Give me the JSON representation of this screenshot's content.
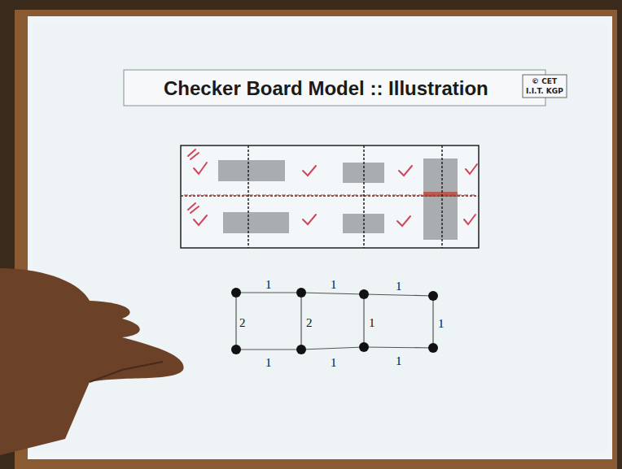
{
  "diagram": {
    "title": "Checker Board Model :: Illustration",
    "labels": [
      "© CET",
      "I.I.T. KGP",
      "1",
      "1",
      "1",
      "2",
      "2",
      "1",
      "1",
      "1",
      "1",
      "1"
    ]
  }
}
